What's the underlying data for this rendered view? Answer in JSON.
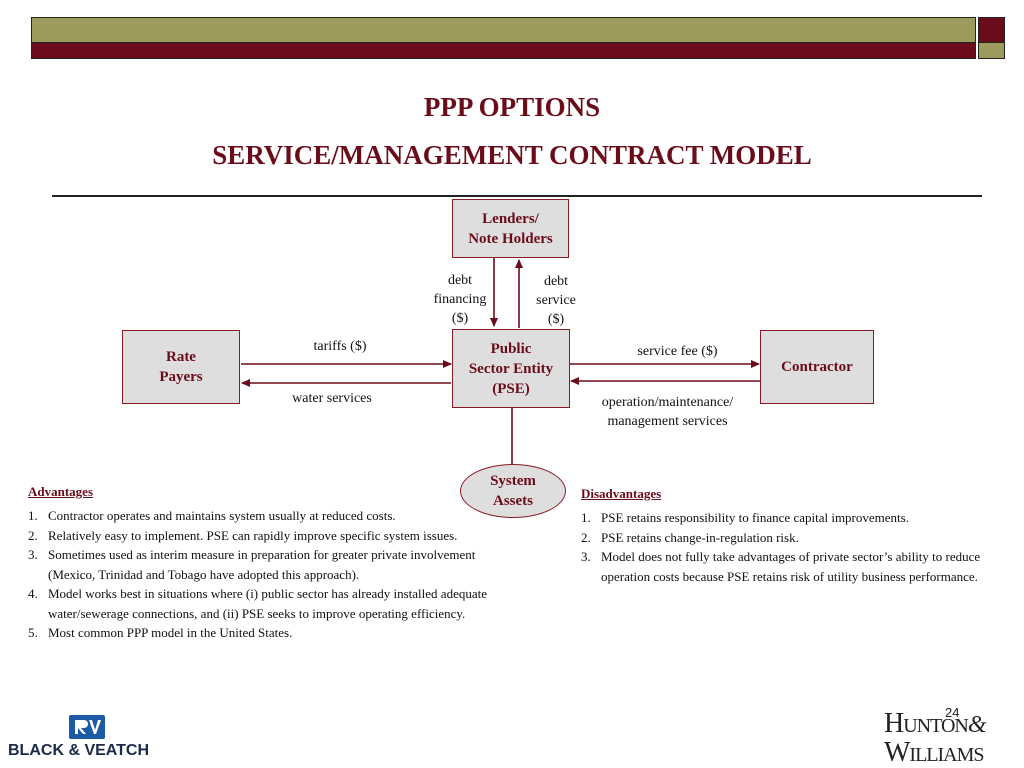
{
  "title": {
    "line1": "PPP OPTIONS",
    "line2": "SERVICE/MANAGEMENT CONTRACT MODEL"
  },
  "diagram": {
    "lenders": "Lenders/\nNote Holders",
    "pse": "Public\nSector Entity\n(PSE)",
    "rate_payers": "Rate\nPayers",
    "contractor": "Contractor",
    "system_assets": "System\nAssets",
    "debt_financing": "debt\nfinancing\n($)",
    "debt_service": "debt\nservice\n($)",
    "tariffs": "tariffs ($)",
    "water_services": "water services",
    "service_fee": "service fee ($)",
    "operation_services": "operation/maintenance/\nmanagement services"
  },
  "advantages": {
    "heading": "Advantages",
    "items": [
      {
        "num": "1.",
        "text": "Contractor operates and maintains system usually at reduced costs."
      },
      {
        "num": "2.",
        "text": "Relatively easy to implement.  PSE can rapidly improve specific system issues."
      },
      {
        "num": "3.",
        "text": "Sometimes used as interim measure in preparation for greater private involvement (Mexico, Trinidad and Tobago have adopted this approach)."
      },
      {
        "num": "4.",
        "text": "Model works best in situations where (i) public sector has already installed adequate water/sewerage connections, and (ii) PSE seeks to improve operating efficiency."
      },
      {
        "num": "5.",
        "text": "Most common PPP model in the United States."
      }
    ]
  },
  "disadvantages": {
    "heading": "Disadvantages",
    "items": [
      {
        "num": "1.",
        "text": "PSE retains responsibility to finance capital improvements."
      },
      {
        "num": "2.",
        "text": "PSE retains change-in-regulation risk."
      },
      {
        "num": "3.",
        "text": "Model does not fully take advantages of private sector’s ability to reduce operation costs because PSE retains risk of utility business performance."
      }
    ]
  },
  "footer": {
    "left_logo_text": "BLACK & VEATCH",
    "page_number": "24",
    "right_logo_text": "HUNTON & WILLIAMS"
  },
  "colors": {
    "maroon": "#6b0c1a",
    "olive": "#9c9a5c",
    "box_fill": "#dedede"
  }
}
